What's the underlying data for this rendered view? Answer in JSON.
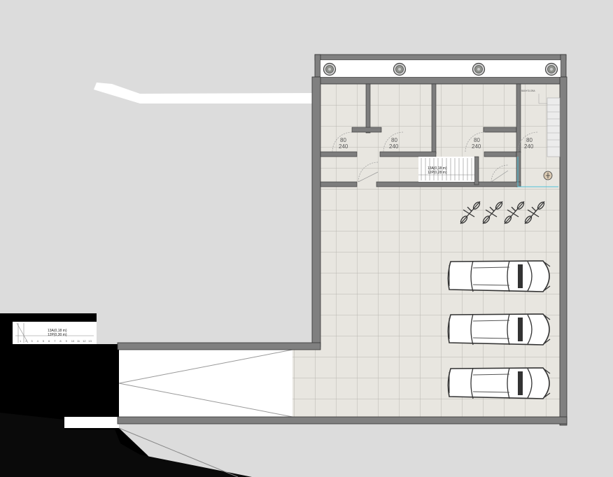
{
  "doors": [
    {
      "width": "80",
      "height": "240"
    },
    {
      "width": "80",
      "height": "240"
    },
    {
      "width": "80",
      "height": "240"
    },
    {
      "width": "80",
      "height": "240"
    }
  ],
  "stairs": {
    "main": {
      "line1": "13A(0,18 m)",
      "line2": "12P(0,28 m)"
    },
    "left": {
      "line1": "13A(0,18 m)",
      "line2": "12P(0,30 m)"
    },
    "left_numbers": [
      "1",
      "2",
      "3",
      "4",
      "5",
      "6",
      "7",
      "8",
      "9",
      "10",
      "11",
      "12",
      "13"
    ]
  },
  "small_label": "BANYOLOBA",
  "counts": {
    "bicycles": 4,
    "cars": 3,
    "columns": 4
  },
  "colors": {
    "background": "#dcdcdc",
    "floor": "#e8e6e0",
    "wall": "#808080",
    "solid": "#000000",
    "ramp": "#ffffff",
    "accent_line": "#4fc3d9"
  }
}
